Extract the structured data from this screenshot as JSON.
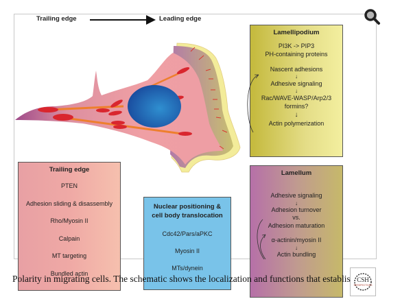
{
  "figure": {
    "direction": {
      "from_label": "Trailing edge",
      "to_label": "Leading edge"
    },
    "boxes": {
      "lamellipodium": {
        "title": "Lamellipodium",
        "lines": [
          "PI3K -> PIP3",
          "PH-containing proteins",
          "Nascent adhesions",
          "↓",
          "Adhesive signaling",
          "↓",
          "Rac/WAVE-WASP/Arp2/3",
          "formins?",
          "↓",
          "Actin polymerization"
        ]
      },
      "lamellum": {
        "title": "Lamellum",
        "lines": [
          "Adhesive signaling",
          "↓",
          "Adhesion turnover",
          "vs.",
          "Adhesion maturation",
          "α-actinin/myosin II",
          "↓",
          "Actin bundling"
        ]
      },
      "trailing_edge": {
        "title": "Trailing edge",
        "lines": [
          "PTEN",
          "Adhesion sliding & disassembly",
          "Rho/Myosin II",
          "Calpain",
          "MT targeting",
          "Bundled actin"
        ]
      },
      "nuclear": {
        "title_line1": "Nuclear positioning &",
        "title_line2": "cell body translocation",
        "lines": [
          "Cdc42/Pars/aPKC",
          "Myosin II",
          "MTs/dynein"
        ]
      }
    },
    "logo_text": "CSH",
    "logo_subtext": "PERSPECTIVES"
  },
  "caption": "Polarity in migrating cells. The schematic shows the localization and functions that establis",
  "icons": {
    "zoom": "magnifier-icon"
  },
  "colors": {
    "lamellipodium": "#d8d070",
    "lamellum": "#b670a8",
    "trailing_edge": "#eea6a6",
    "nuclear": "#79c3e9",
    "nucleus": "#1f5fae",
    "cell_body": "#ee9fa3",
    "adhesion": "#d9262e",
    "microtubule": "#ee7f2d"
  }
}
